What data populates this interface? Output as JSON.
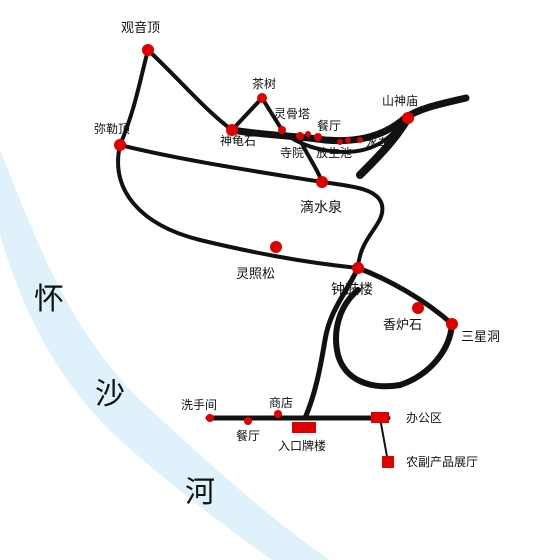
{
  "river": {
    "chars": [
      "怀",
      "沙",
      "河"
    ],
    "color": "#dff1fa"
  },
  "colors": {
    "path": "#111111",
    "marker": "#e00000",
    "background": "#ffffff"
  },
  "places": {
    "guanyinding": "观音顶",
    "chashu": "茶树",
    "linggu_ta": "灵骨塔",
    "canting_top": "餐厅",
    "shanshen_miao": "山神庙",
    "mile_ding": "弥勒顶",
    "shengui_shi": "神龟石",
    "siyuan": "寺院",
    "fangsheng_chi": "放生池",
    "shuiche": "水车",
    "dishui_quan": "滴水泉",
    "lingzhao_song": "灵照松",
    "zhonggu_lou": "钟鼓楼",
    "xianglu_shi": "香炉石",
    "sanxing_dong": "三星洞",
    "xishou_jian": "洗手间",
    "shangdian": "商店",
    "canting_bottom": "餐厅",
    "rukou_pailou": "入口牌楼",
    "bangong_qu": "办公区",
    "nongfu_zhanting": "农副产品展厅"
  }
}
